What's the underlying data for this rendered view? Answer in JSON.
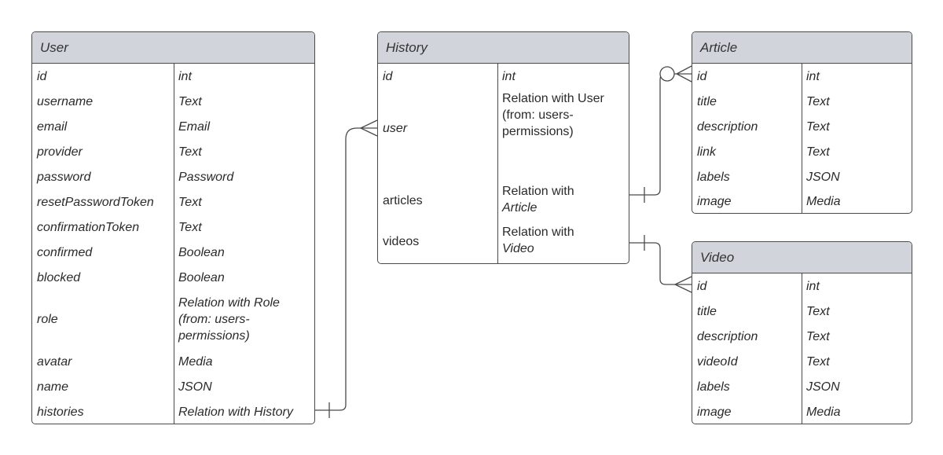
{
  "entities": {
    "user": {
      "title": "User",
      "fields": [
        {
          "name": "id",
          "type": "int"
        },
        {
          "name": "username",
          "type": "Text"
        },
        {
          "name": "email",
          "type": "Email"
        },
        {
          "name": "provider",
          "type": "Text"
        },
        {
          "name": "password",
          "type": "Password"
        },
        {
          "name": "resetPasswordToken",
          "type": "Text"
        },
        {
          "name": "confirmationToken",
          "type": "Text"
        },
        {
          "name": "confirmed",
          "type": "Boolean"
        },
        {
          "name": "blocked",
          "type": "Boolean"
        },
        {
          "name": "role",
          "type": "Relation with Role (from: users-permissions)"
        },
        {
          "name": "avatar",
          "type": "Media"
        },
        {
          "name": "name",
          "type": "JSON"
        },
        {
          "name": "histories",
          "type": "Relation with History"
        }
      ]
    },
    "history": {
      "title": "History",
      "fields": [
        {
          "name": "id",
          "type": "int"
        },
        {
          "name": "user",
          "type": "Relation with User (from: users-permissions)"
        },
        {
          "name": "articles",
          "type_prefix": "Relation with",
          "type_ref": "Article"
        },
        {
          "name": "videos",
          "type_prefix": "Relation with",
          "type_ref": "Video"
        }
      ]
    },
    "article": {
      "title": "Article",
      "fields": [
        {
          "name": "id",
          "type": "int"
        },
        {
          "name": "title",
          "type": "Text"
        },
        {
          "name": "description",
          "type": "Text"
        },
        {
          "name": "link",
          "type": "Text"
        },
        {
          "name": "labels",
          "type": "JSON"
        },
        {
          "name": "image",
          "type": "Media"
        }
      ]
    },
    "video": {
      "title": "Video",
      "fields": [
        {
          "name": "id",
          "type": "int"
        },
        {
          "name": "title",
          "type": "Text"
        },
        {
          "name": "description",
          "type": "Text"
        },
        {
          "name": "videoId",
          "type": "Text"
        },
        {
          "name": "labels",
          "type": "JSON"
        },
        {
          "name": "image",
          "type": "Media"
        }
      ]
    }
  },
  "colors": {
    "header_bg": "#d1d5db",
    "border": "#4a4a4a",
    "line": "#4a4a4a"
  }
}
